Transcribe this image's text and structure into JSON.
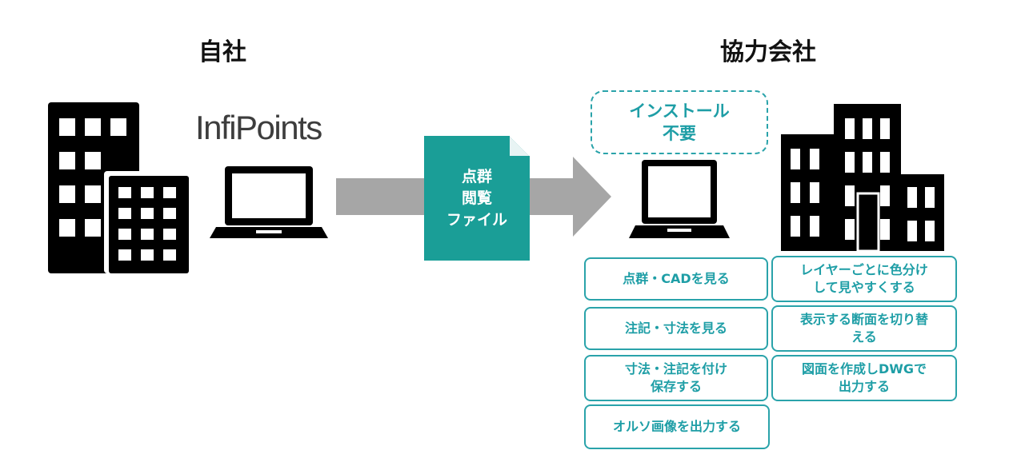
{
  "left": {
    "heading": "自社",
    "logo": "InfiPoints"
  },
  "right": {
    "heading": "協力会社",
    "callout": [
      "インストール",
      "不要"
    ]
  },
  "document": {
    "lines": [
      "点群",
      "閲覧",
      "ファイル"
    ]
  },
  "features": [
    {
      "lines": [
        "点群・CADを見る"
      ]
    },
    {
      "lines": [
        "レイヤーごとに色分け",
        "して見やすくする"
      ]
    },
    {
      "lines": [
        "注記・寸法を見る"
      ]
    },
    {
      "lines": [
        "表示する断面を切り替",
        "える"
      ]
    },
    {
      "lines": [
        "寸法・注記を付け",
        "保存する"
      ]
    },
    {
      "lines": [
        "図面を作成しDWGで",
        "出力する"
      ]
    },
    {
      "lines": [
        "オルソ画像を出力する"
      ]
    }
  ],
  "colors": {
    "teal": "#1e9ea6",
    "doc_fill": "#1a9e97",
    "arrow": "#a6a6a6",
    "icon": "#000000"
  }
}
